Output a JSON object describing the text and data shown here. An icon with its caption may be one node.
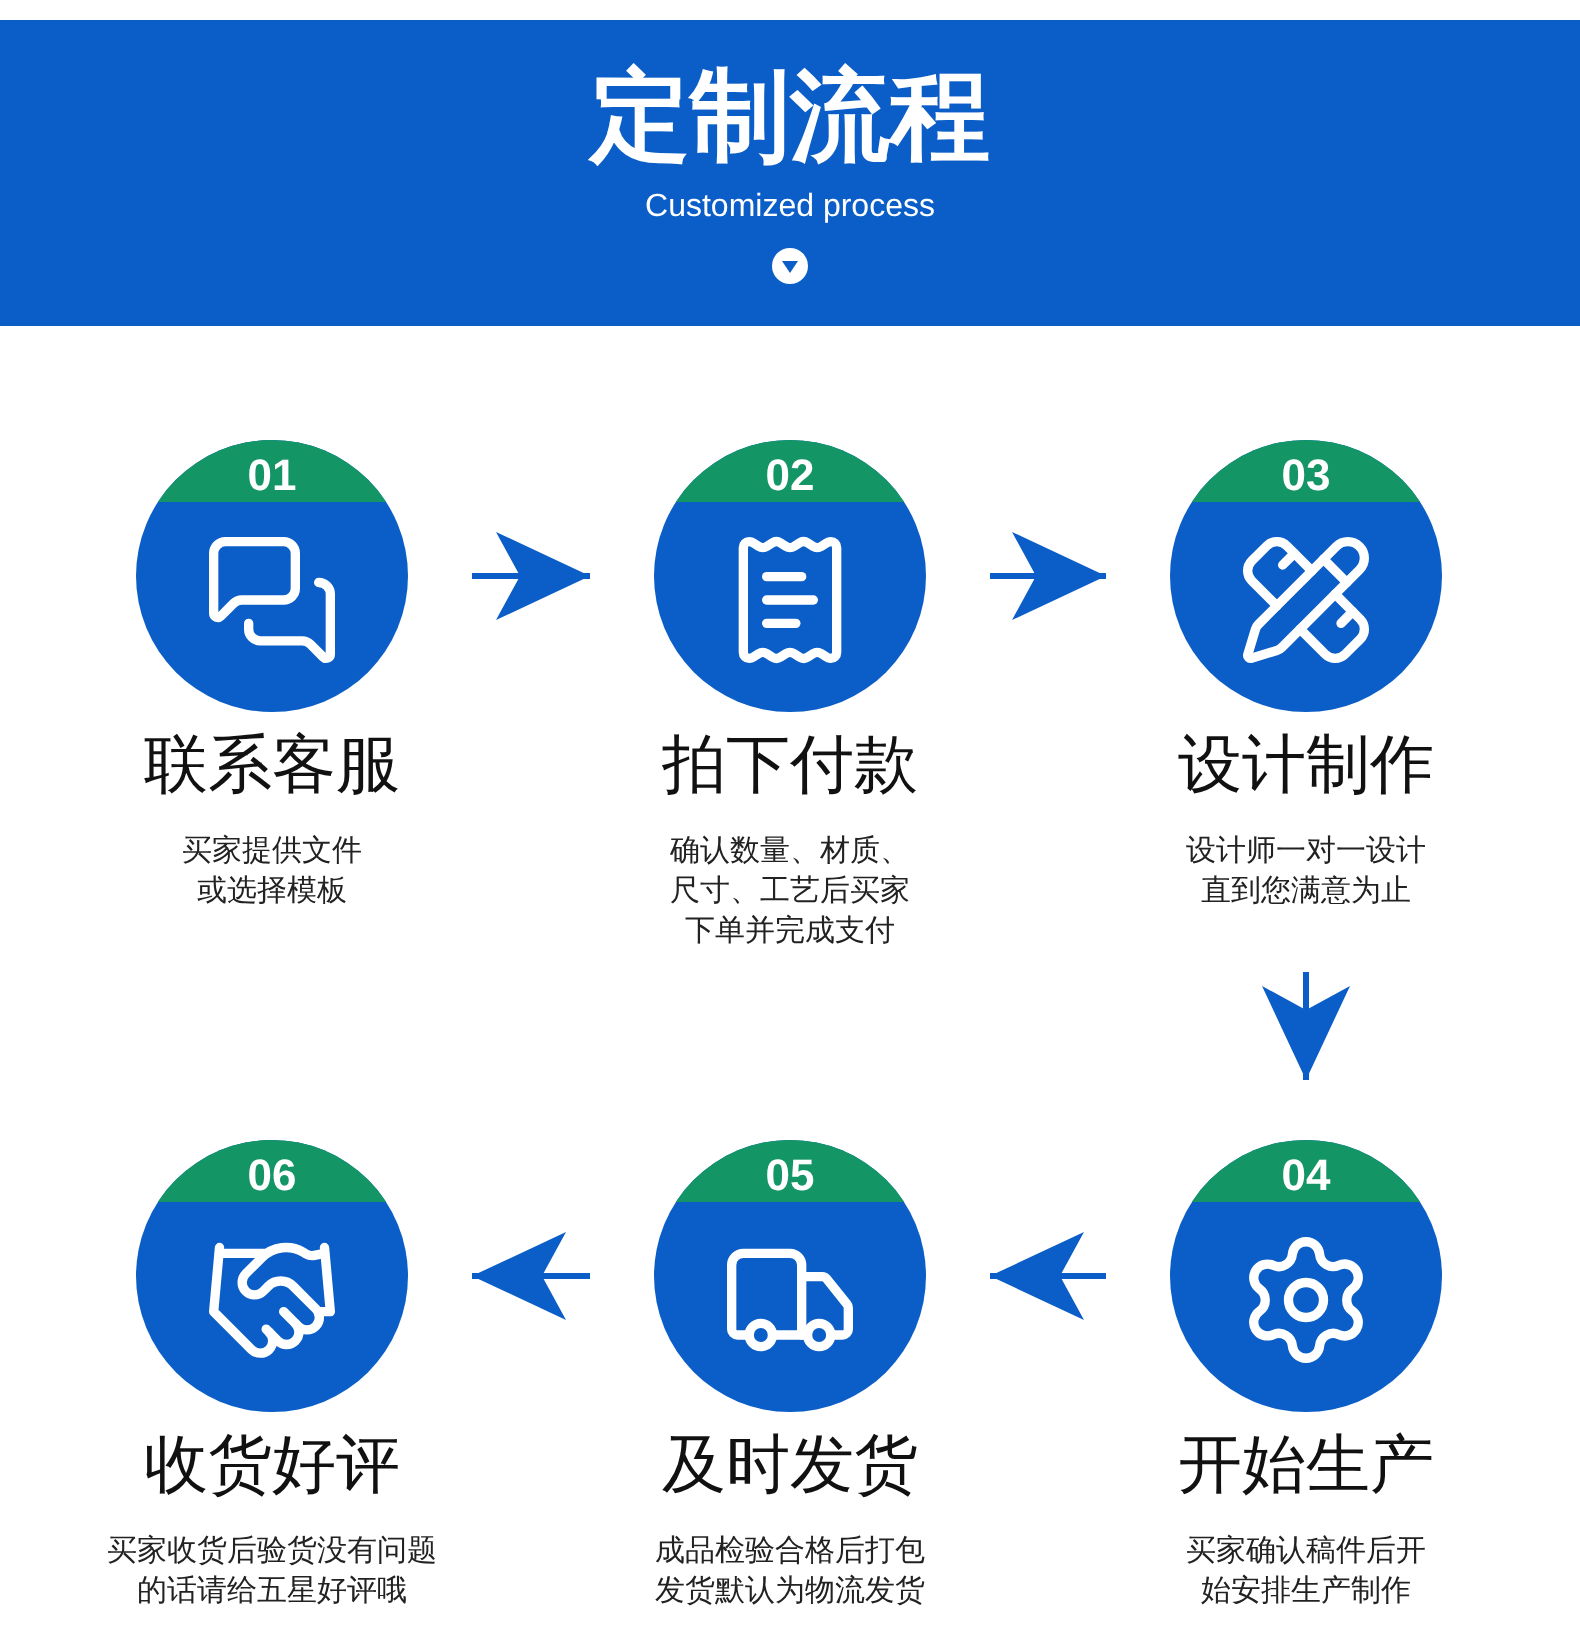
{
  "diagram": {
    "title": "定制流程",
    "nodes": [
      {
        "text": [
          "01",
          "联系客服",
          "买家提供文件或选择模板"
        ]
      },
      {
        "text": [
          "02",
          "拍下付款",
          "确认数量、材质、尺寸、工艺后买家下单并完成支付"
        ]
      },
      {
        "text": [
          "03",
          "设计制作",
          "设计师一对一设计直到您满意为止"
        ]
      },
      {
        "text": [
          "04",
          "开始生产",
          "买家确认稿件后开始安排生产制作"
        ]
      },
      {
        "text": [
          "05",
          "及时发货",
          "成品检验合格后打包发货默认为物流发货"
        ]
      },
      {
        "text": [
          "06",
          "收货好评",
          "买家收货后验货没有问题的话请给五星好评哦"
        ]
      }
    ],
    "edges": [
      {
        "from": 0,
        "to": 1,
        "arrow": "to"
      },
      {
        "from": 1,
        "to": 2,
        "arrow": "to"
      },
      {
        "from": 2,
        "to": 3,
        "arrow": "to"
      },
      {
        "from": 3,
        "to": 4,
        "arrow": "to"
      },
      {
        "from": 4,
        "to": 5,
        "arrow": "to"
      }
    ],
    "labels": [
      "Customized process"
    ]
  }
}
